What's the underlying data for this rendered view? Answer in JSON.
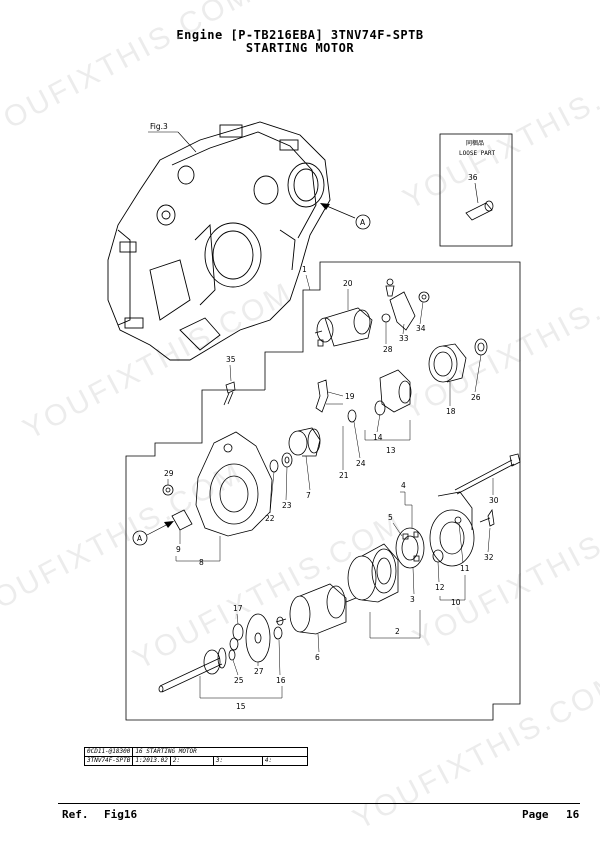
{
  "header": {
    "line1": "Engine [P-TB216EBA]  3TNV74F-SPTB",
    "line2": "STARTING MOTOR"
  },
  "fig_ref": "Fig.3",
  "arrow_label": "A",
  "loose_part": {
    "jp": "同梱品",
    "en": "LOOSE PART",
    "num": "36"
  },
  "callouts": {
    "c1": "1",
    "c2": "2",
    "c3": "3",
    "c4": "4",
    "c5": "5",
    "c6": "6",
    "c7": "7",
    "c8": "8",
    "c9": "9",
    "c10": "10",
    "c11": "11",
    "c12": "12",
    "c13": "13",
    "c14": "14",
    "c15": "15",
    "c16": "16",
    "c17": "17",
    "c18": "18",
    "c19": "19",
    "c20": "20",
    "c21": "21",
    "c22": "22",
    "c23": "23",
    "c24": "24",
    "c25": "25",
    "c26": "26",
    "c27": "27",
    "c28": "28",
    "c29": "29",
    "c30": "30",
    "c32": "32",
    "c33": "33",
    "c34": "34",
    "c35": "35"
  },
  "watermark": "YOUFIXTHIS.COM",
  "table": {
    "r1c1": "0CD11-@18300",
    "r1c2": "16 STARTING MOTOR",
    "r2c1": "3TNV74F-SPTB",
    "r2c2": "1:2013.02",
    "r2c3": "2:",
    "r2c4": "3:",
    "r2c5": "4:"
  },
  "footer": {
    "ref": "Ref.",
    "fig": "Fig16",
    "page": "Page",
    "num": "16"
  }
}
